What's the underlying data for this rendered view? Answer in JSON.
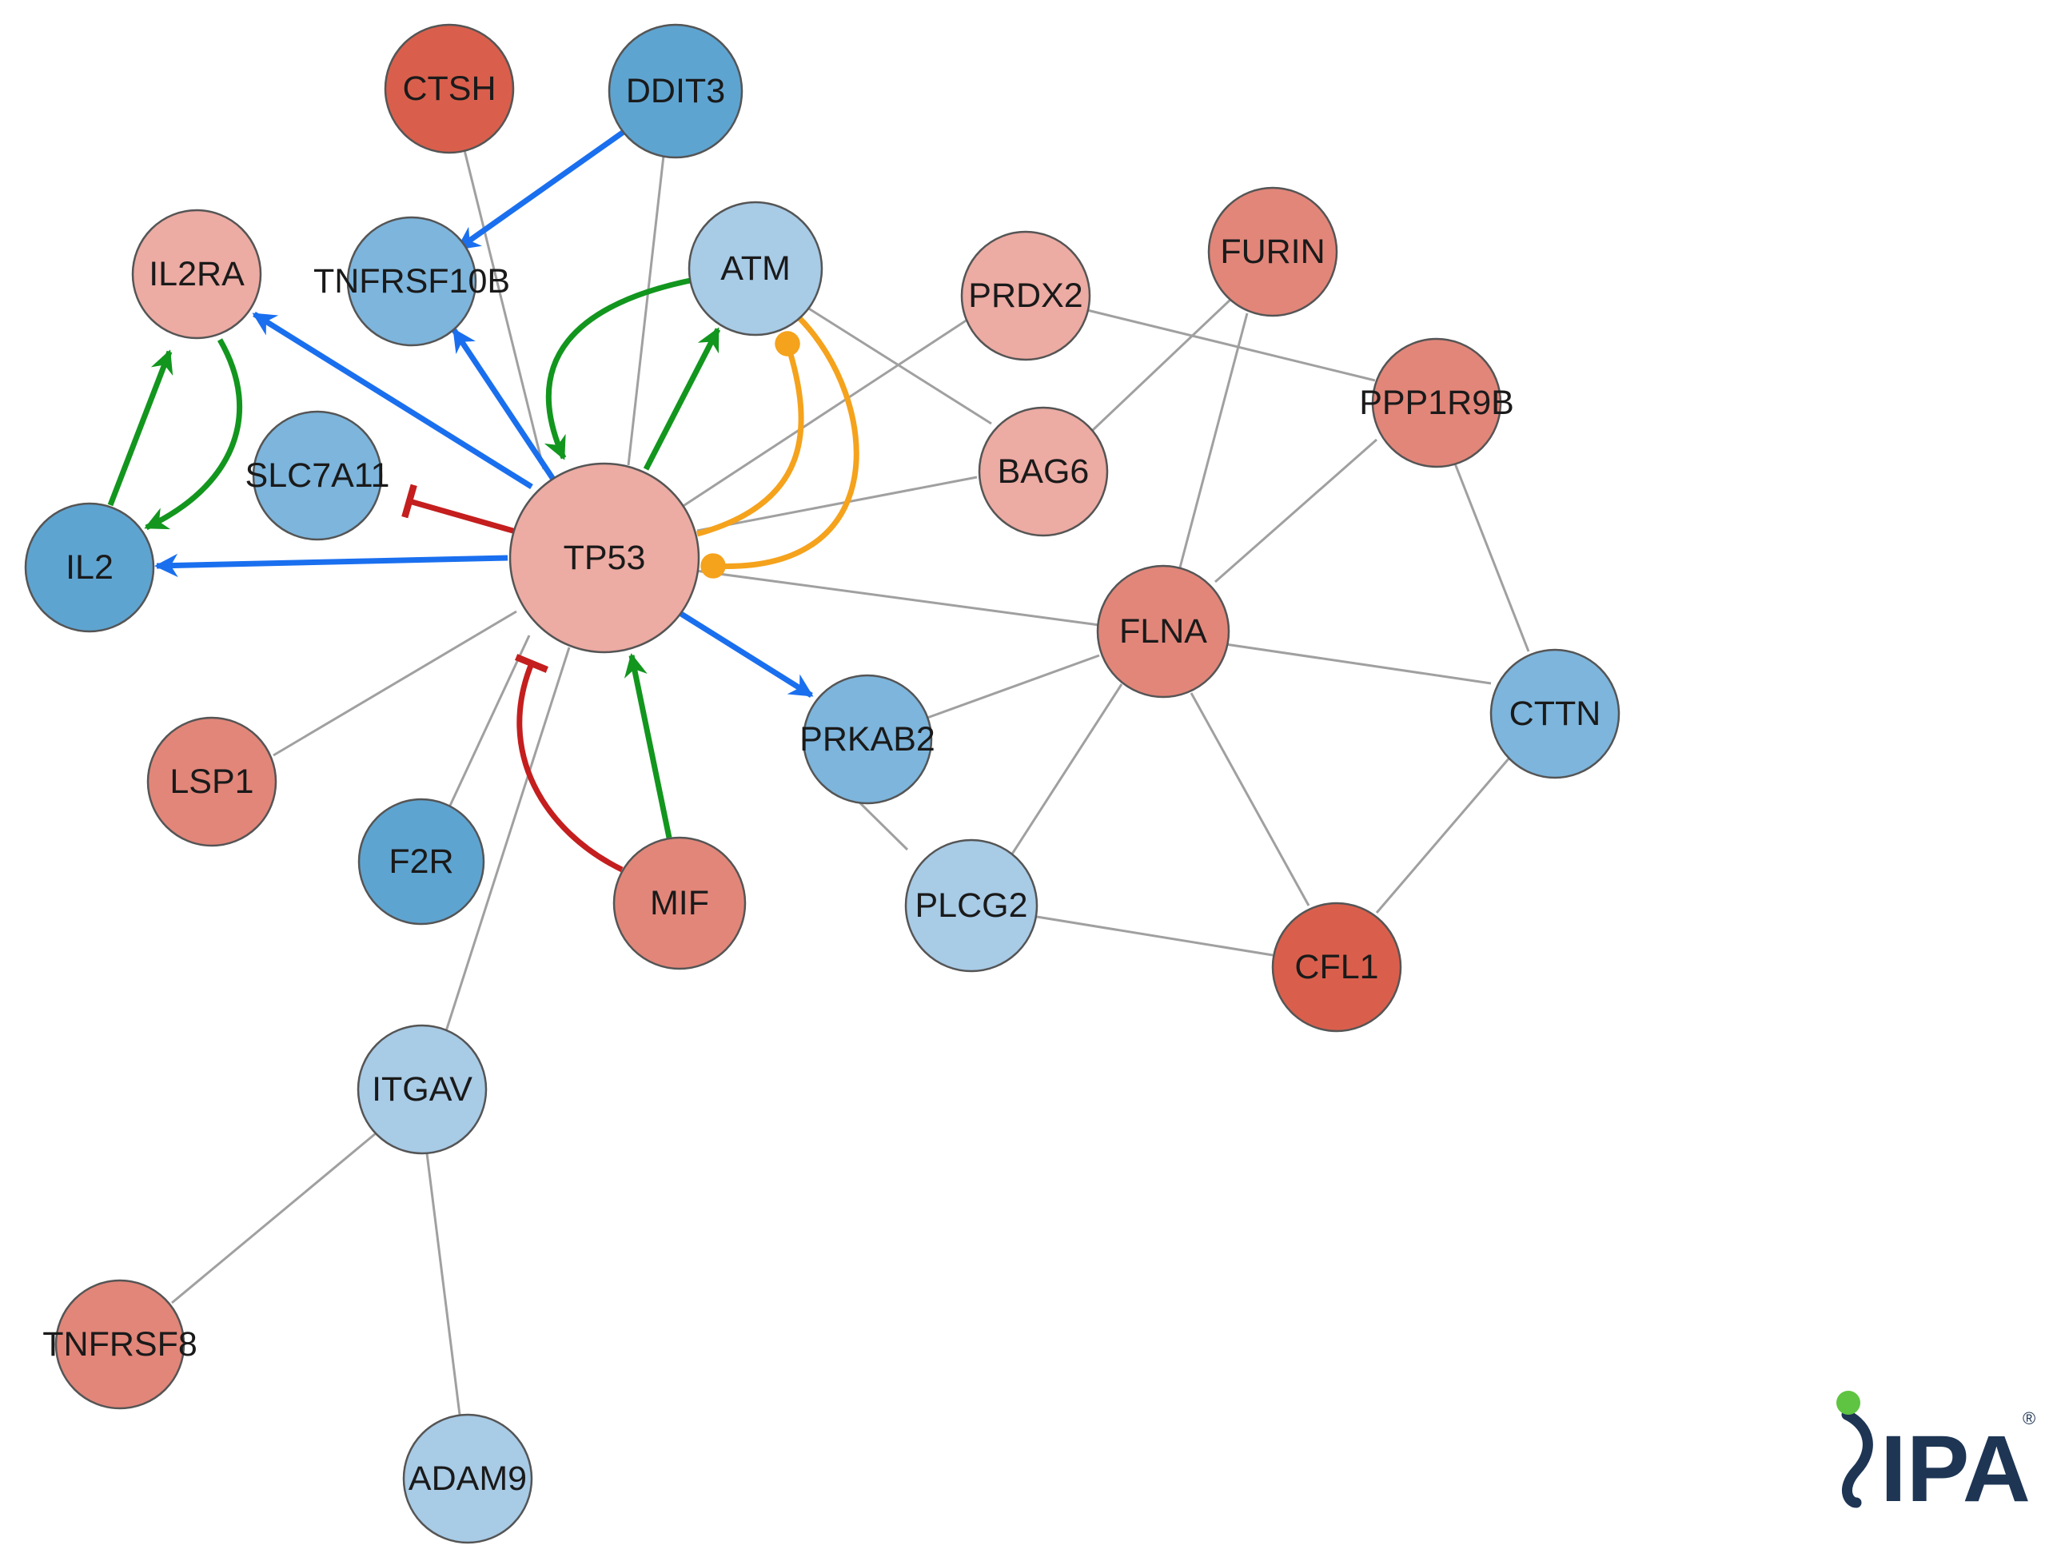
{
  "colors": {
    "red_dark": "#d95f4c",
    "red_medium": "#e2867a",
    "red_light": "#ecaba3",
    "blue_dark": "#5ea4d1",
    "blue_medium": "#7db5dc",
    "blue_light": "#a8cbe6",
    "edge_plain": "#a0a0a0",
    "edge_activation": "#1a6fef",
    "edge_leads_to": "#12961e",
    "edge_inhibition": "#c41e1e",
    "edge_feedback": "#f5a21c",
    "logo_navy": "#1e3554",
    "logo_green": "#5ec441"
  },
  "nodes": [
    {
      "id": "CTSH",
      "label": "CTSH",
      "tone": "red_dark"
    },
    {
      "id": "DDIT3",
      "label": "DDIT3",
      "tone": "blue_dark"
    },
    {
      "id": "IL2RA",
      "label": "IL2RA",
      "tone": "red_light"
    },
    {
      "id": "TNFRSF10B",
      "label": "TNFRSF10B",
      "tone": "blue_medium"
    },
    {
      "id": "ATM",
      "label": "ATM",
      "tone": "blue_light"
    },
    {
      "id": "PRDX2",
      "label": "PRDX2",
      "tone": "red_light"
    },
    {
      "id": "FURIN",
      "label": "FURIN",
      "tone": "red_medium"
    },
    {
      "id": "PPP1R9B",
      "label": "PPP1R9B",
      "tone": "red_medium"
    },
    {
      "id": "SLC7A11",
      "label": "SLC7A11",
      "tone": "blue_medium"
    },
    {
      "id": "BAG6",
      "label": "BAG6",
      "tone": "red_light"
    },
    {
      "id": "IL2",
      "label": "IL2",
      "tone": "blue_dark"
    },
    {
      "id": "TP53",
      "label": "TP53",
      "tone": "red_light"
    },
    {
      "id": "FLNA",
      "label": "FLNA",
      "tone": "red_medium"
    },
    {
      "id": "CTTN",
      "label": "CTTN",
      "tone": "blue_medium"
    },
    {
      "id": "PRKAB2",
      "label": "PRKAB2",
      "tone": "blue_medium"
    },
    {
      "id": "LSP1",
      "label": "LSP1",
      "tone": "red_medium"
    },
    {
      "id": "F2R",
      "label": "F2R",
      "tone": "blue_dark"
    },
    {
      "id": "MIF",
      "label": "MIF",
      "tone": "red_medium"
    },
    {
      "id": "PLCG2",
      "label": "PLCG2",
      "tone": "blue_light"
    },
    {
      "id": "CFL1",
      "label": "CFL1",
      "tone": "red_dark"
    },
    {
      "id": "ITGAV",
      "label": "ITGAV",
      "tone": "blue_light"
    },
    {
      "id": "TNFRSF8",
      "label": "TNFRSF8",
      "tone": "red_medium"
    },
    {
      "id": "ADAM9",
      "label": "ADAM9",
      "tone": "blue_light"
    }
  ],
  "edges": [
    {
      "source": "CTSH",
      "target": "TP53",
      "relation": "plain"
    },
    {
      "source": "DDIT3",
      "target": "TP53",
      "relation": "plain"
    },
    {
      "source": "DDIT3",
      "target": "TNFRSF10B",
      "relation": "activation"
    },
    {
      "source": "TP53",
      "target": "IL2RA",
      "relation": "activation"
    },
    {
      "source": "TP53",
      "target": "TNFRSF10B",
      "relation": "activation"
    },
    {
      "source": "TP53",
      "target": "IL2",
      "relation": "activation"
    },
    {
      "source": "TP53",
      "target": "PRKAB2",
      "relation": "activation"
    },
    {
      "source": "TP53",
      "target": "ATM",
      "relation": "leads-to"
    },
    {
      "source": "ATM",
      "target": "TP53",
      "relation": "leads-to"
    },
    {
      "source": "IL2",
      "target": "IL2RA",
      "relation": "leads-to"
    },
    {
      "source": "IL2RA",
      "target": "IL2",
      "relation": "leads-to"
    },
    {
      "source": "MIF",
      "target": "TP53",
      "relation": "leads-to"
    },
    {
      "source": "TP53",
      "target": "SLC7A11",
      "relation": "inhibition"
    },
    {
      "source": "MIF",
      "target": "TP53",
      "relation": "inhibition"
    },
    {
      "source": "TP53",
      "target": "ATM",
      "relation": "feedback"
    },
    {
      "source": "ATM",
      "target": "TP53",
      "relation": "feedback"
    },
    {
      "source": "TP53",
      "target": "PRDX2",
      "relation": "plain"
    },
    {
      "source": "TP53",
      "target": "BAG6",
      "relation": "plain"
    },
    {
      "source": "TP53",
      "target": "FLNA",
      "relation": "plain"
    },
    {
      "source": "TP53",
      "target": "LSP1",
      "relation": "plain"
    },
    {
      "source": "TP53",
      "target": "F2R",
      "relation": "plain"
    },
    {
      "source": "TP53",
      "target": "ITGAV",
      "relation": "plain"
    },
    {
      "source": "ATM",
      "target": "BAG6",
      "relation": "plain"
    },
    {
      "source": "PRDX2",
      "target": "PPP1R9B",
      "relation": "plain"
    },
    {
      "source": "FURIN",
      "target": "BAG6",
      "relation": "plain"
    },
    {
      "source": "FURIN",
      "target": "FLNA",
      "relation": "plain"
    },
    {
      "source": "PPP1R9B",
      "target": "FLNA",
      "relation": "plain"
    },
    {
      "source": "PPP1R9B",
      "target": "CTTN",
      "relation": "plain"
    },
    {
      "source": "FLNA",
      "target": "CTTN",
      "relation": "plain"
    },
    {
      "source": "FLNA",
      "target": "PRKAB2",
      "relation": "plain"
    },
    {
      "source": "FLNA",
      "target": "PLCG2",
      "relation": "plain"
    },
    {
      "source": "FLNA",
      "target": "CFL1",
      "relation": "plain"
    },
    {
      "source": "CTTN",
      "target": "CFL1",
      "relation": "plain"
    },
    {
      "source": "PRKAB2",
      "target": "PLCG2",
      "relation": "plain"
    },
    {
      "source": "PLCG2",
      "target": "CFL1",
      "relation": "plain"
    },
    {
      "source": "ITGAV",
      "target": "TNFRSF8",
      "relation": "plain"
    },
    {
      "source": "ITGAV",
      "target": "ADAM9",
      "relation": "plain"
    }
  ],
  "logo": {
    "text": "IPA",
    "mark": "®"
  }
}
